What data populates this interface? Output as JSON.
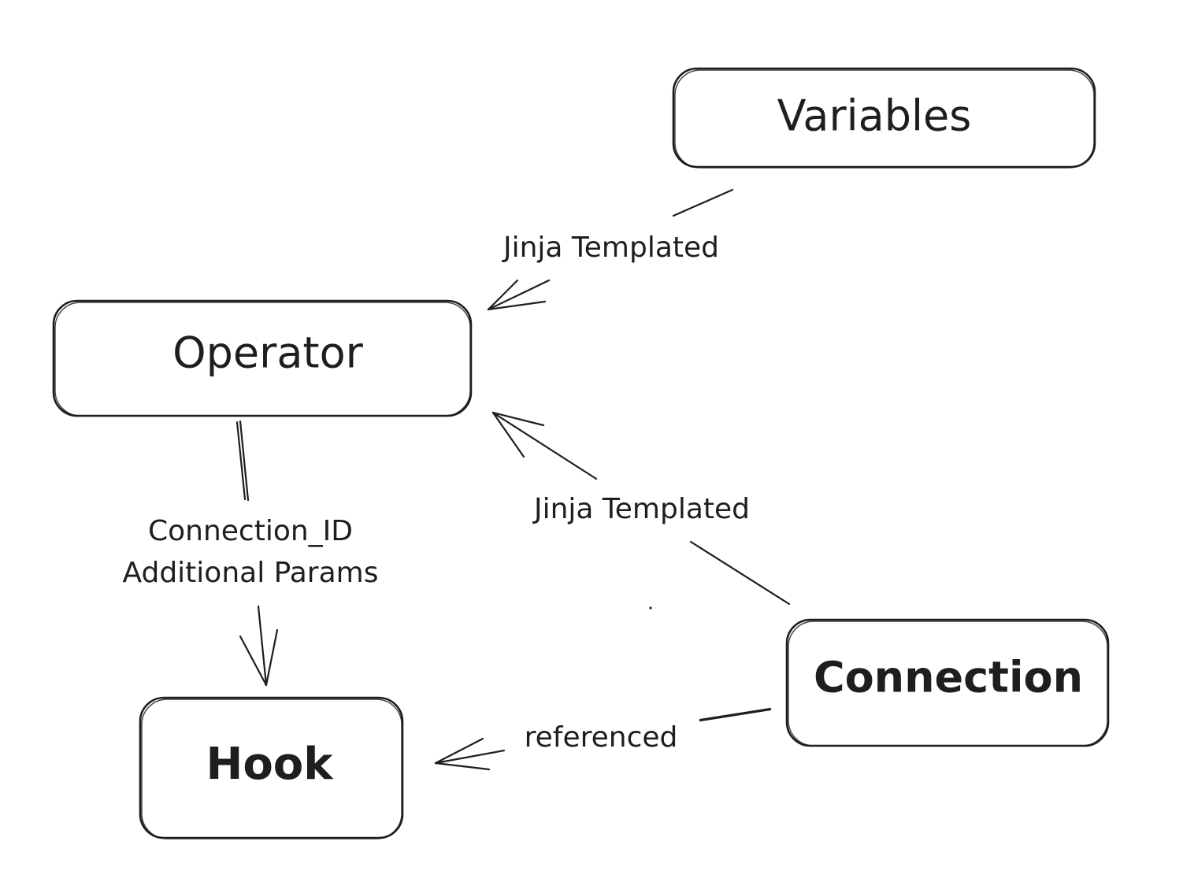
{
  "nodes": {
    "variables": {
      "label": "Variables"
    },
    "operator": {
      "label": "Operator"
    },
    "hook": {
      "label": "Hook"
    },
    "connection": {
      "label": "Connection"
    }
  },
  "edges": {
    "variables_to_operator": {
      "from": "Variables",
      "to": "Operator",
      "label": "Jinja Templated"
    },
    "connection_to_operator": {
      "from": "Connection",
      "to": "Operator",
      "label": "Jinja Templated"
    },
    "operator_to_hook": {
      "from": "Operator",
      "to": "Hook",
      "label_line1": "Connection_ID",
      "label_line2": "Additional Params"
    },
    "connection_to_hook": {
      "from": "Connection",
      "to": "Hook",
      "label": "referenced"
    }
  },
  "colors": {
    "stroke": "#1e1e1e",
    "background": "#ffffff"
  }
}
